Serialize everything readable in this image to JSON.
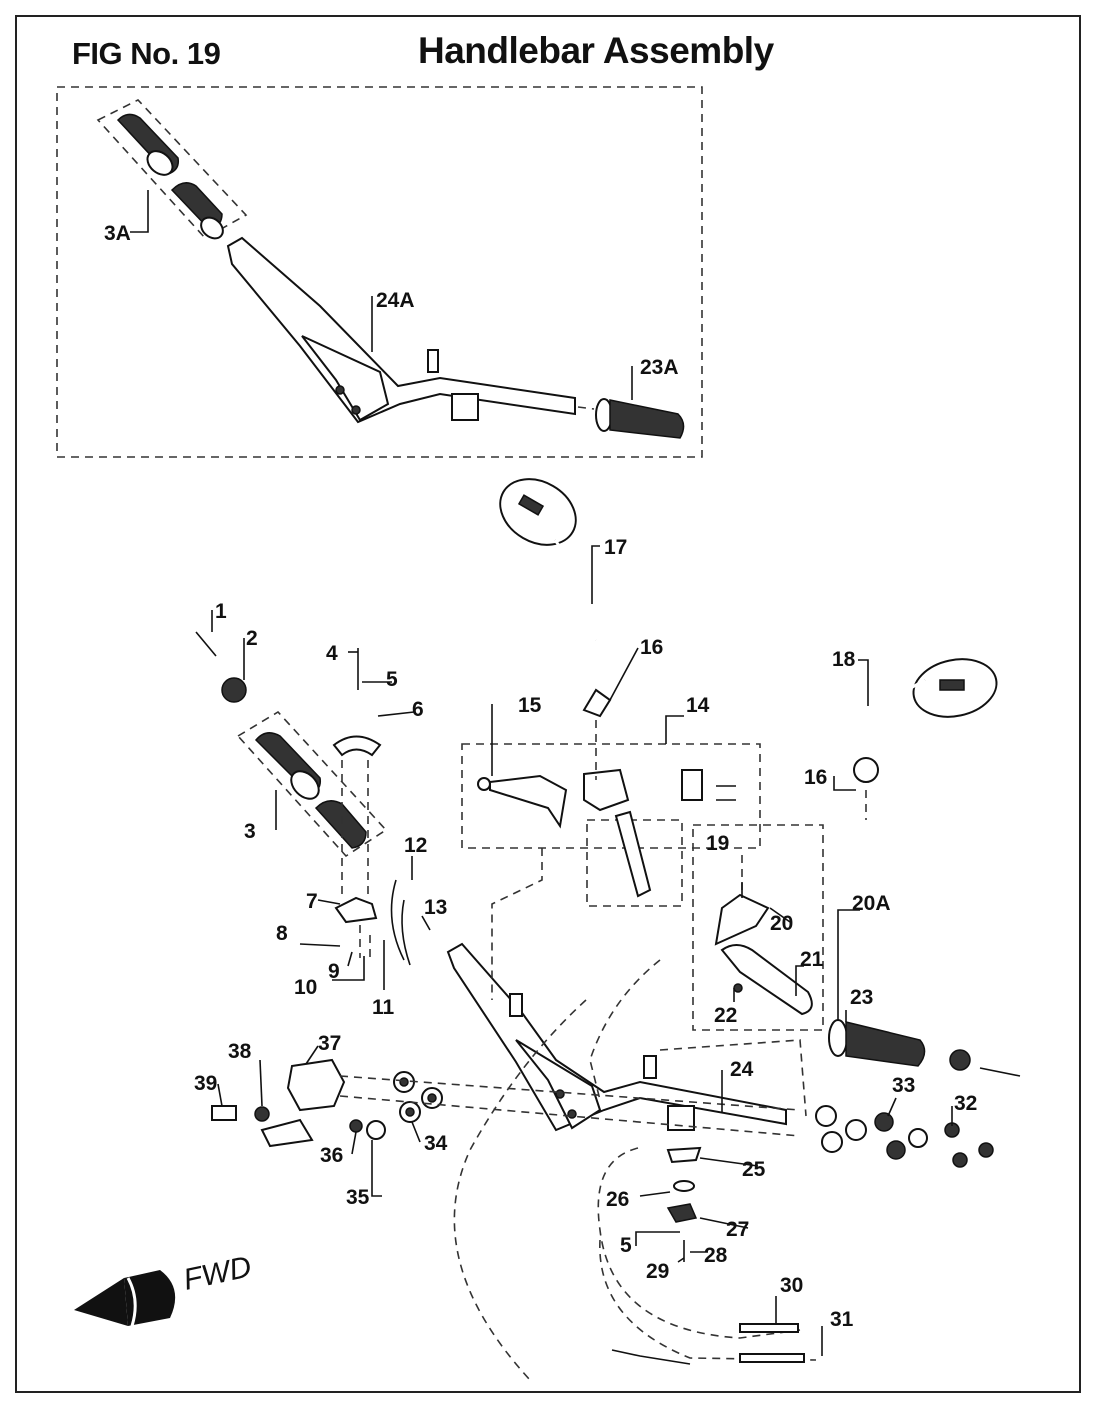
{
  "header": {
    "fig_number": "FIG No. 19",
    "title": "Handlebar Assembly"
  },
  "direction_label": "FWD",
  "part_labels": {
    "p3A": "3A",
    "p24A": "24A",
    "p23A": "23A",
    "p1": "1",
    "p2": "2",
    "p3": "3",
    "p4": "4",
    "p5a": "5",
    "p6": "6",
    "p7": "7",
    "p8": "8",
    "p9": "9",
    "p10": "10",
    "p11": "11",
    "p12": "12",
    "p13": "13",
    "p14": "14",
    "p15": "15",
    "p16a": "16",
    "p16b": "16",
    "p17": "17",
    "p18": "18",
    "p19": "19",
    "p20": "20",
    "p20A": "20A",
    "p21": "21",
    "p22": "22",
    "p23": "23",
    "p24": "24",
    "p25": "25",
    "p26": "26",
    "p27": "27",
    "p5b": "5",
    "p28": "28",
    "p29": "29",
    "p30": "30",
    "p31": "31",
    "p32": "32",
    "p33": "33",
    "p34": "34",
    "p35": "35",
    "p36": "36",
    "p37": "37",
    "p38": "38",
    "p39": "39"
  }
}
